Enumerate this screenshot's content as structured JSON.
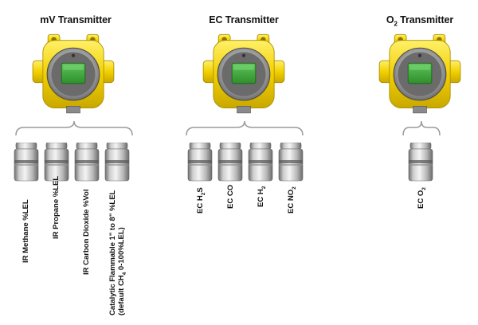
{
  "groups": [
    {
      "title": "mV Transmitter",
      "sensors": [
        {
          "label": "IR Methane %LEL"
        },
        {
          "label": "IR Propane %LEL"
        },
        {
          "label": "IR Carbon Dioxide %Vol"
        },
        {
          "label": "Catalytic Flammable 1\" to 8\" %LEL",
          "label2": "(default CH",
          "label2_sub": "4",
          "label2_end": " 0-100%LEL)"
        }
      ]
    },
    {
      "title": "EC Transmitter",
      "sensors": [
        {
          "pre": "EC H",
          "sub": "2",
          "post": "S"
        },
        {
          "label": "EC CO"
        },
        {
          "pre": "EC H",
          "sub": "2",
          "post": ""
        },
        {
          "pre": "EC NO",
          "sub": "2",
          "post": ""
        }
      ]
    },
    {
      "title_pre": "O",
      "title_sub": "2",
      "title_post": " Transmitter",
      "sensors": [
        {
          "pre": "EC O",
          "sub": "2",
          "post": ""
        }
      ]
    }
  ],
  "colors": {
    "housing": "#f2d000",
    "display": "#3faa3a",
    "steel": "#9a9a9a"
  }
}
